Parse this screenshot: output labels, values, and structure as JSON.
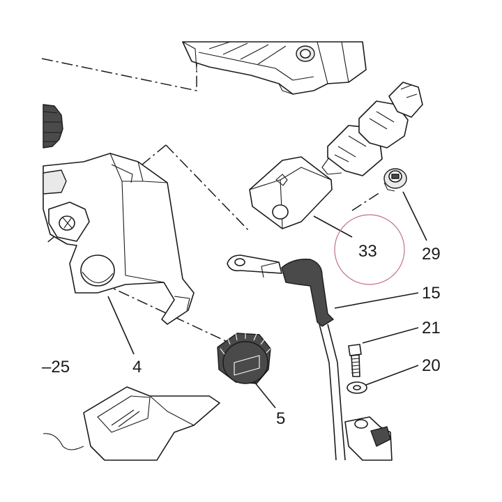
{
  "diagram": {
    "callouts": [
      {
        "id": "33",
        "label": "33"
      },
      {
        "id": "29",
        "label": "29"
      },
      {
        "id": "15",
        "label": "15"
      },
      {
        "id": "21",
        "label": "21"
      },
      {
        "id": "20",
        "label": "20"
      },
      {
        "id": "25",
        "label": "–25"
      },
      {
        "id": "4",
        "label": "4"
      },
      {
        "id": "5",
        "label": "5"
      }
    ],
    "highlighted_callout": "33",
    "highlight_color": "#c0708a",
    "line_color": "#1a1a1a"
  }
}
